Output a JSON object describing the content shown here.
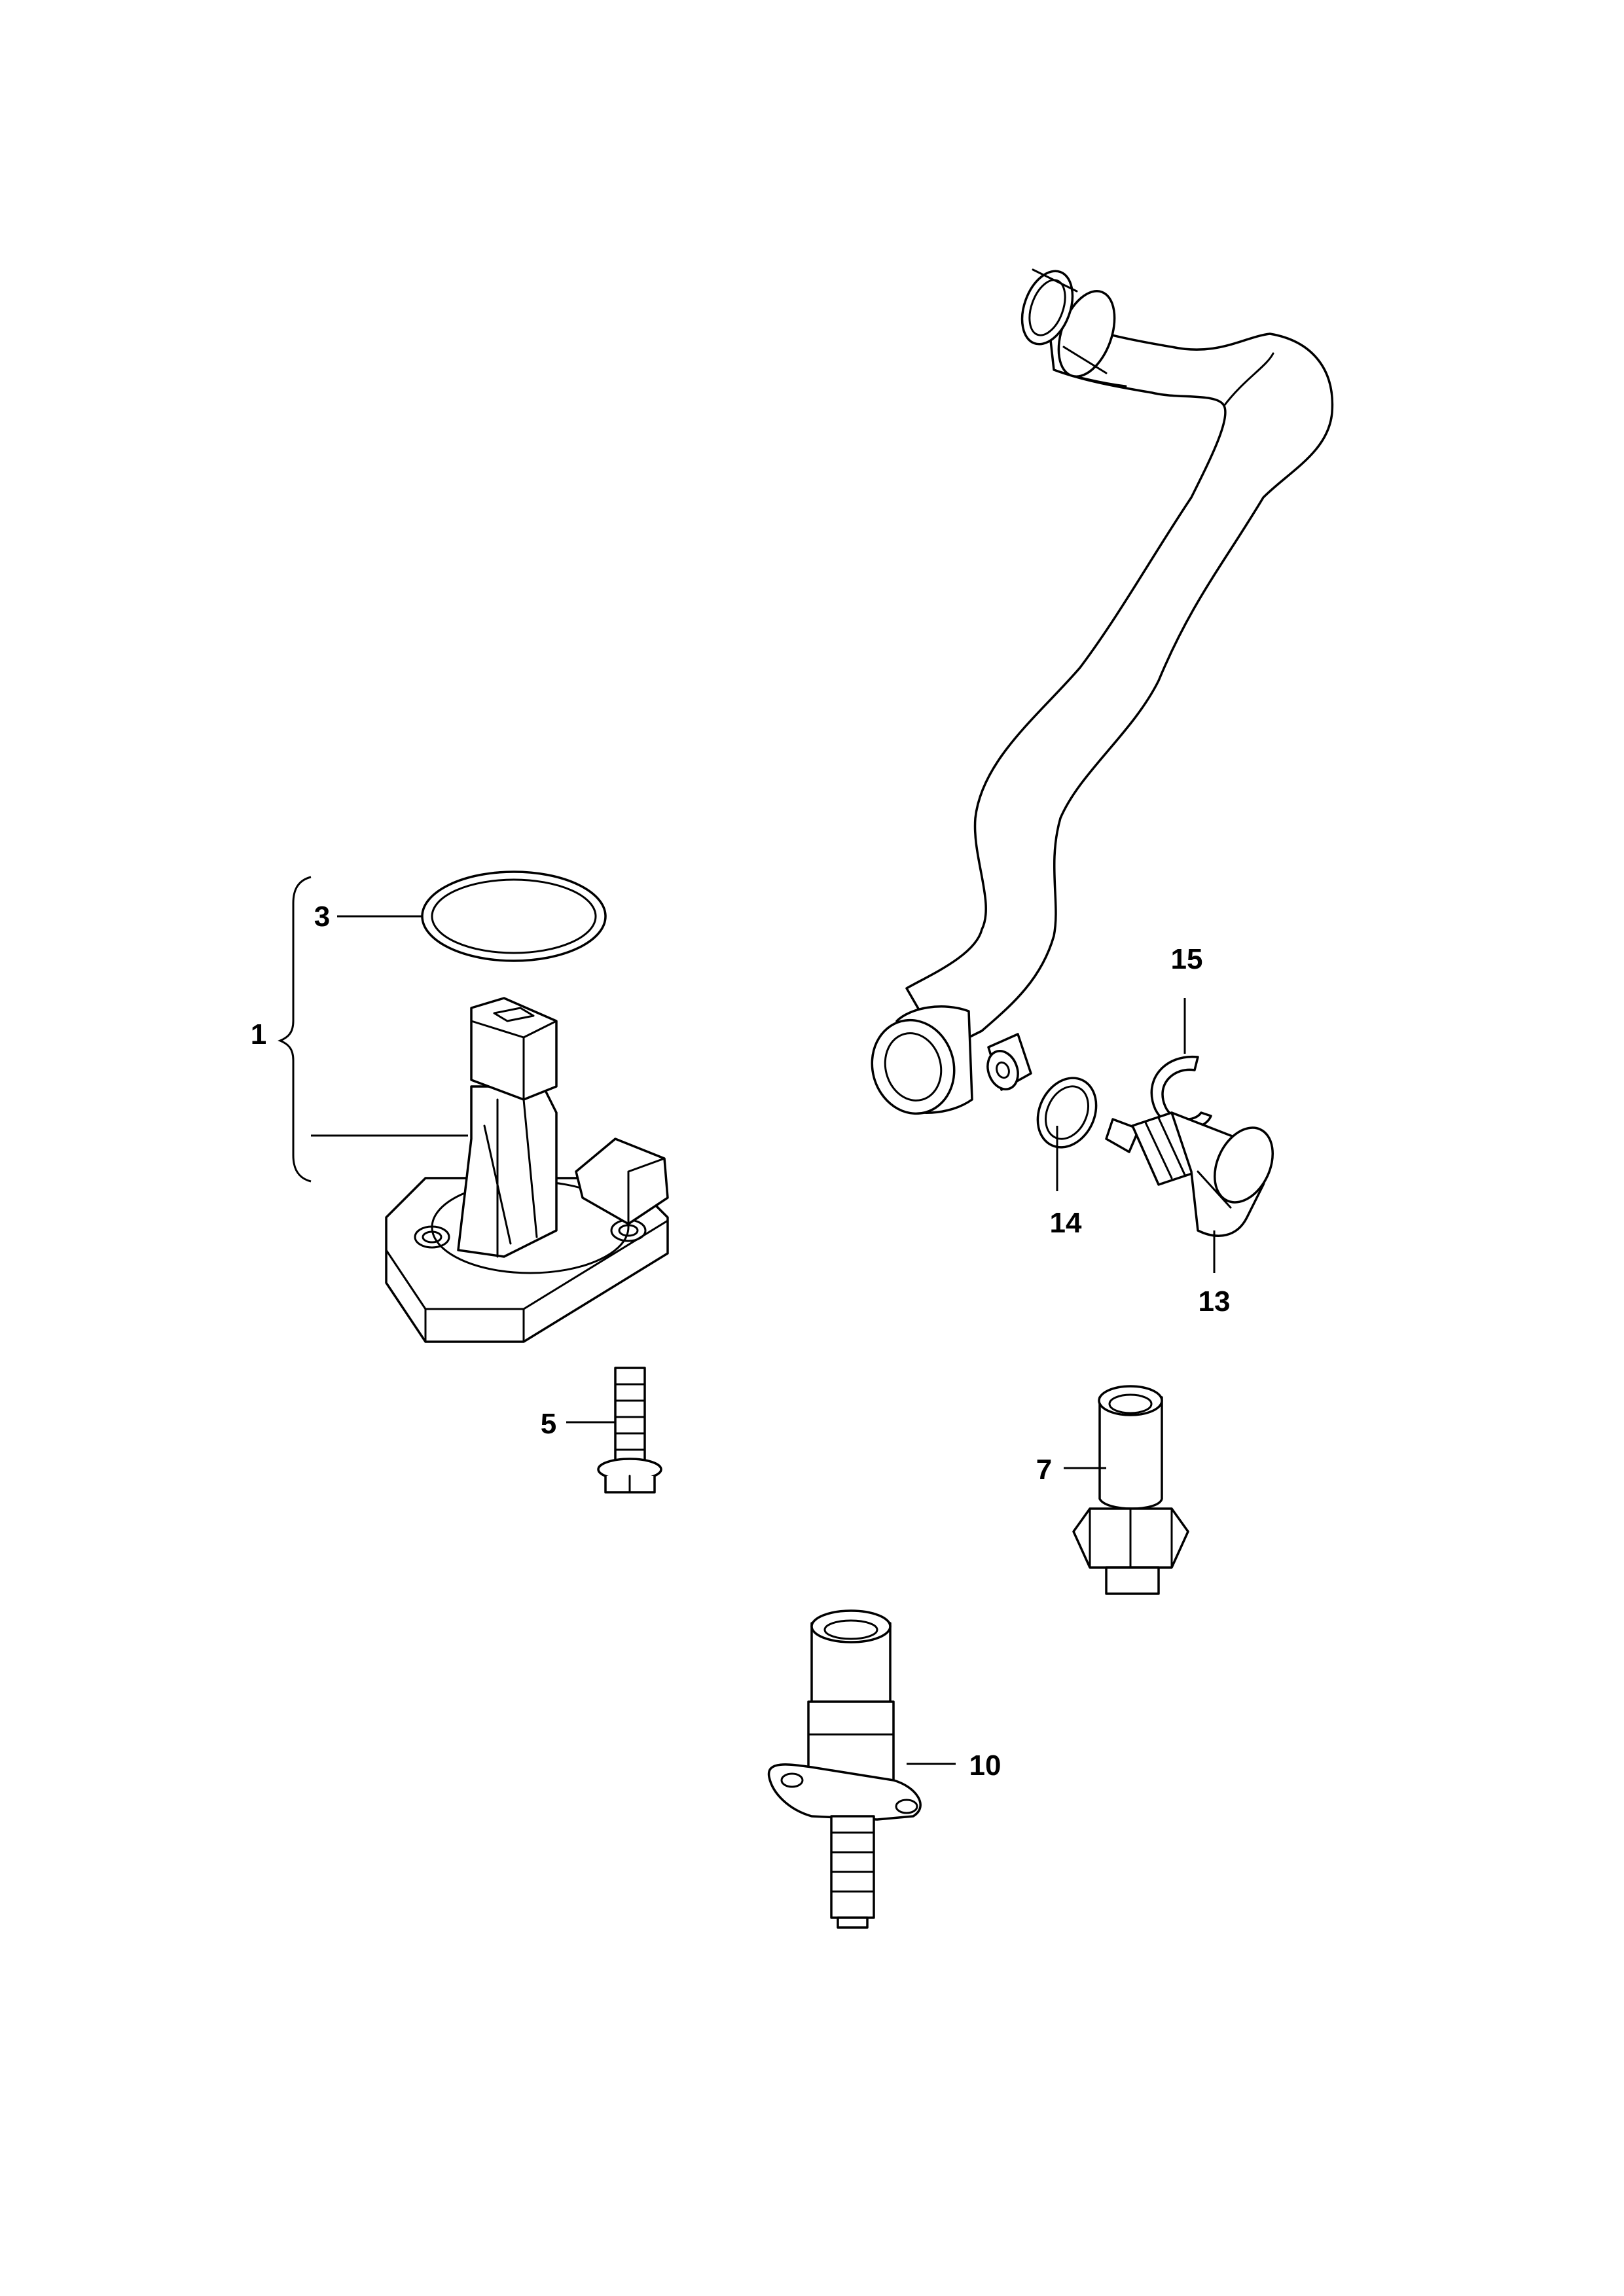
{
  "colors": {
    "line": "#000000",
    "background": "#ffffff"
  },
  "callouts": [
    {
      "id": "1",
      "label": "1"
    },
    {
      "id": "3",
      "label": "3"
    },
    {
      "id": "5",
      "label": "5"
    },
    {
      "id": "7",
      "label": "7"
    },
    {
      "id": "10",
      "label": "10"
    },
    {
      "id": "13",
      "label": "13"
    },
    {
      "id": "14",
      "label": "14"
    },
    {
      "id": "15",
      "label": "15"
    }
  ]
}
